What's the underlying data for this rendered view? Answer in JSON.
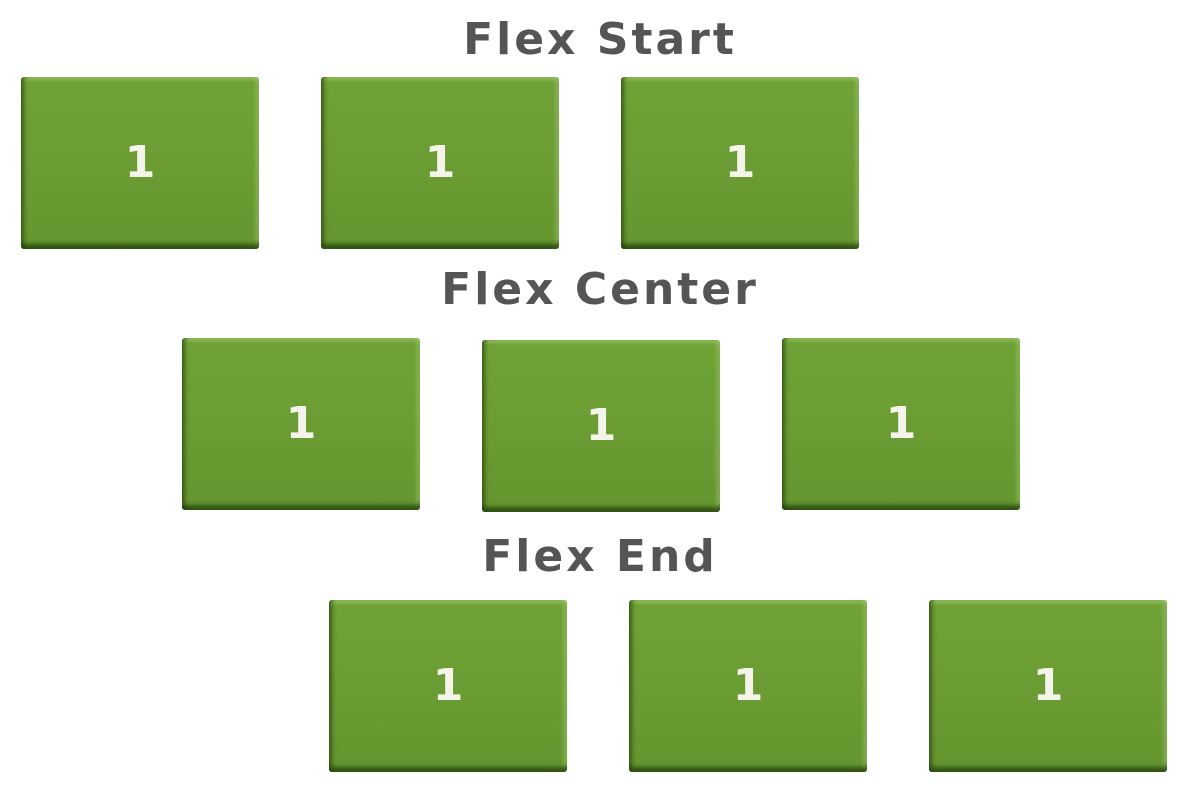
{
  "colors": {
    "title_text": "#555555",
    "box_fill": "#6a9c33",
    "box_text": "#f4f4ea",
    "background": "#ffffff"
  },
  "sections": [
    {
      "title": "Flex Start",
      "boxes": [
        "1",
        "1",
        "1"
      ]
    },
    {
      "title": "Flex Center",
      "boxes": [
        "1",
        "1",
        "1"
      ]
    },
    {
      "title": "Flex End",
      "boxes": [
        "1",
        "1",
        "1"
      ]
    }
  ]
}
